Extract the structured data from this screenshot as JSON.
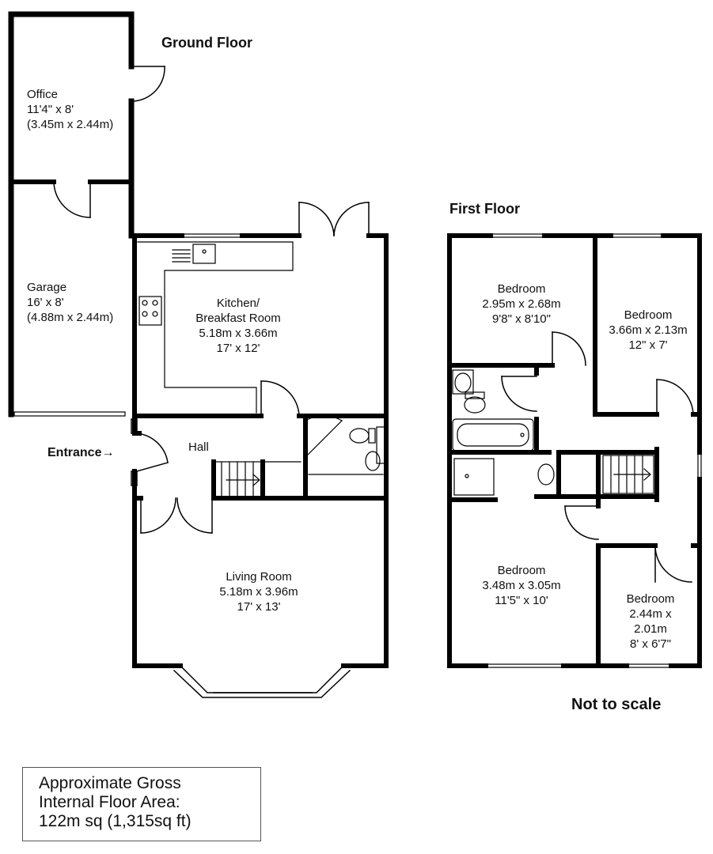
{
  "headings": {
    "ground_floor": "Ground Floor",
    "first_floor": "First Floor",
    "scale_note": "Not to scale"
  },
  "entrance": {
    "label": "Entrance",
    "arrow": "→"
  },
  "rooms": {
    "office": [
      "Office",
      "11'4\" x 8'",
      "(3.45m x 2.44m)"
    ],
    "garage": [
      "Garage",
      "16' x 8'",
      "(4.88m x 2.44m)"
    ],
    "kitchen": [
      "Kitchen/",
      "Breakfast Room",
      "5.18m x 3.66m",
      "17' x 12'"
    ],
    "hall": [
      "Hall"
    ],
    "living": [
      "Living Room",
      "5.18m x 3.96m",
      "17' x 13'"
    ],
    "bedroom1": [
      "Bedroom",
      "2.95m x 2.68m",
      "9'8\" x 8'10\""
    ],
    "bedroom2": [
      "Bedroom",
      "3.66m x 2.13m",
      "12\" x 7'"
    ],
    "bedroom3": [
      "Bedroom",
      "3.48m x 3.05m",
      "11'5\" x 10'"
    ],
    "bedroom4": [
      "Bedroom",
      "2.44m x",
      "2.01m",
      "8' x 6'7\""
    ]
  },
  "area": [
    "Approximate Gross",
    "Internal Floor Area:",
    "122m sq (1,315sq ft)"
  ]
}
